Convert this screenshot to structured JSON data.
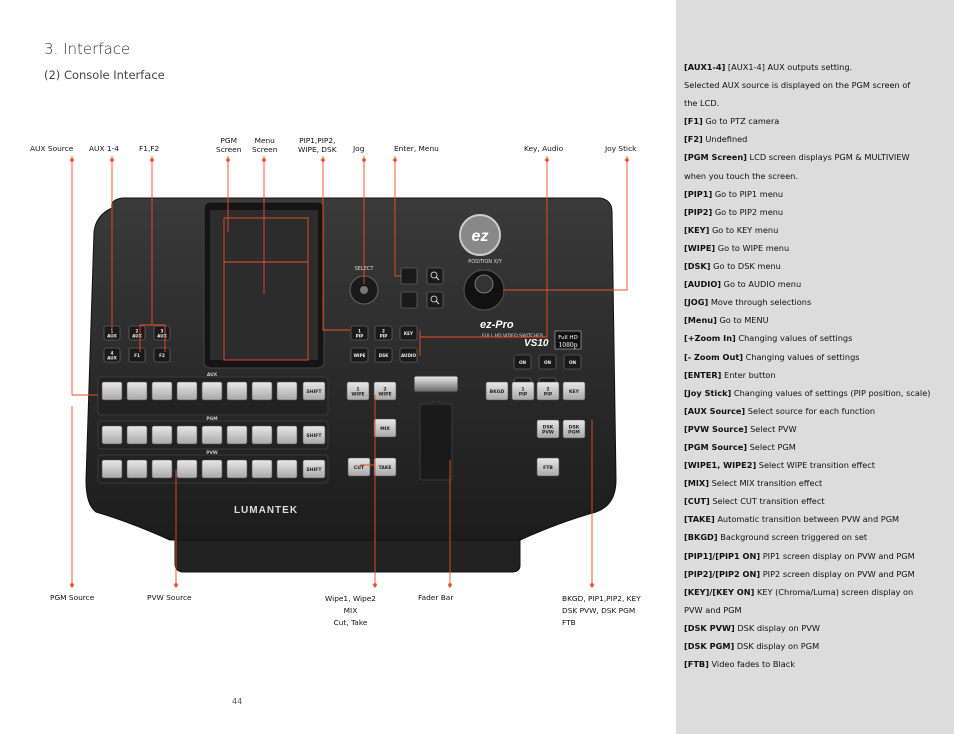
{
  "header": {
    "title": "3. Interface",
    "subtitle": "(2) Console Interface"
  },
  "labels": {
    "aux_source": "AUX Source",
    "aux14": "AUX 1-4",
    "f12": "F1,F2",
    "pgm_screen": "PGM\nScreen",
    "menu_screen": "Menu\nScreen",
    "pip_wipe_dsk": "PIP1,PIP2,\nWIPE, DSK",
    "jog": "Jog",
    "enter_menu": "Enter, Menu",
    "key_audio": "Key, Audio",
    "joy_stick": "Joy Stick",
    "pgm_source": "PGM Source",
    "pvw_source": "PVW Source",
    "wipe_mix_cut": "Wipe1, Wipe2\nMIX\nCut, Take",
    "fader_bar": "Fader Bar",
    "bkgd_group": "BKGD, PIP1,PIP2, KEY\nDSK PVW, DSK PGM\nFTB"
  },
  "console": {
    "select_label": "SELECT",
    "position_label": "POSITION X/Y",
    "logo": "LUMANTEK",
    "brand": "ez-Pro",
    "model": "VS10",
    "model_sub": "FULL HD VIDEO SWITCHER",
    "hd_badge": "Full HD",
    "hd_res": "1080p",
    "aux_row_label": "AUX",
    "pgm_row_label": "PGM",
    "pvw_row_label": "PVW",
    "shift": "SHIFT",
    "aux_btns": [
      "1\nAUX",
      "2\nAUX",
      "3\nAUX",
      "4\nAUX",
      "F1",
      "F2"
    ],
    "pip_btns": [
      "1\nPIP",
      "2\nPIP",
      "KEY",
      "WIPE",
      "DSK",
      "AUDIO"
    ],
    "trans_btns": [
      "1\nWIPE",
      "2\nWIPE",
      "MIX",
      "CUT",
      "TAKE"
    ],
    "bkgd_btns": [
      "BKGD",
      "1\nPIP",
      "2\nPIP",
      "KEY",
      "DSK\nPVW",
      "DSK\nPGM",
      "FTB"
    ],
    "on": "ON"
  },
  "page_number": "44",
  "descriptions": [
    {
      "term": "[AUX1-4]",
      "text": " [AUX1-4] AUX outputs setting."
    },
    {
      "term": "",
      "text": "Selected AUX source is displayed on the PGM screen of"
    },
    {
      "term": "",
      "text": "the LCD."
    },
    {
      "term": "[F1]",
      "text": " Go to PTZ camera"
    },
    {
      "term": "[F2]",
      "text": " Undefined"
    },
    {
      "term": "[PGM Screen]",
      "text": " LCD screen displays PGM & MULTIVIEW"
    },
    {
      "term": "",
      "text": "when you touch the screen."
    },
    {
      "term": "[PIP1]",
      "text": "  Go to PIP1 menu"
    },
    {
      "term": "[PIP2]",
      "text": "  Go to PIP2 menu"
    },
    {
      "term": "[KEY]",
      "text": "  Go to KEY menu"
    },
    {
      "term": "[WIPE]",
      "text": "  Go to WIPE menu"
    },
    {
      "term": "[DSK]",
      "text": "  Go to DSK menu"
    },
    {
      "term": "[AUDIO]",
      "text": "  Go to AUDIO menu"
    },
    {
      "term": "[JOG]",
      "text": " Move through selections"
    },
    {
      "term": "[Menu]",
      "text": " Go to MENU"
    },
    {
      "term": "[+Zoom In]",
      "text": " Changing values of settings"
    },
    {
      "term": "[- Zoom Out]",
      "text": " Changing values of settings"
    },
    {
      "term": "[ENTER]",
      "text": " Enter button"
    },
    {
      "term": "[Joy Stick]",
      "text": " Changing values of settings (PIP position, scale)"
    },
    {
      "term": "[AUX Source]",
      "text": " Select source for each function"
    },
    {
      "term": "[PVW Source]",
      "text": " Select PVW"
    },
    {
      "term": "[PGM Source]",
      "text": " Select PGM"
    },
    {
      "term": "[WIPE1, WIPE2]",
      "text": " Select WIPE transition effect"
    },
    {
      "term": "[MIX]",
      "text": " Select MIX transition effect"
    },
    {
      "term": "[CUT]",
      "text": " Select CUT transition effect"
    },
    {
      "term": "[TAKE]",
      "text": " Automatic transition between PVW and PGM"
    },
    {
      "term": "[BKGD]",
      "text": " Background screen triggered on set"
    },
    {
      "term": "[PIP1]/[PIP1 ON]",
      "text": " PIP1 screen display on PVW and PGM"
    },
    {
      "term": "[PIP2]/[PIP2 ON]",
      "text": " PIP2 screen display on PVW and PGM"
    },
    {
      "term": "[KEY]/[KEY ON]",
      "text": " KEY (Chroma/Luma) screen display on"
    },
    {
      "term": "",
      "text": "PVW and PGM"
    },
    {
      "term": "[DSK PVW]",
      "text": " DSK display on PVW"
    },
    {
      "term": "[DSK PGM]",
      "text": " DSK display on PGM"
    },
    {
      "term": "[FTB]",
      "text": " Video fades to Black"
    }
  ],
  "colors": {
    "callout": "#e8502a",
    "sidebar": "#dcdcdc",
    "console": "#2a2a2a"
  }
}
